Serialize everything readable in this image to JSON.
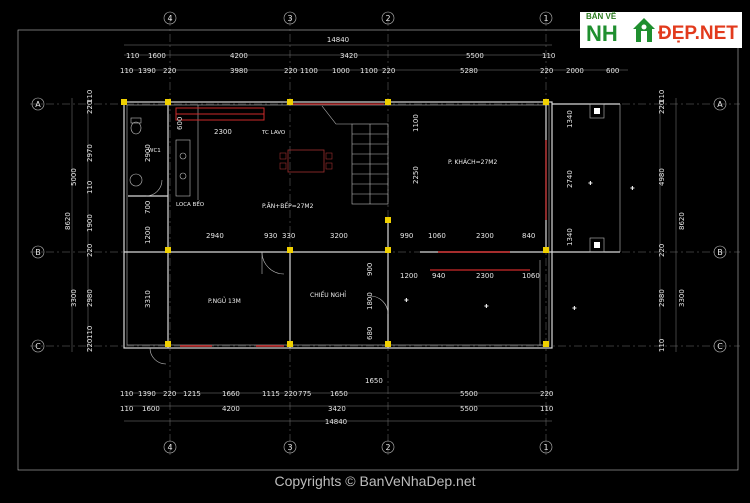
{
  "logo": {
    "line1": "BẢN VẼ",
    "brand_a": "NH",
    "brand_b": "ĐẸP.NET"
  },
  "copyright": "Copyrights © BanVeNhaDep.net",
  "axes": {
    "left_top": "A",
    "left_mid": "B",
    "left_bot": "C",
    "cols": [
      "4",
      "3",
      "2",
      "1"
    ]
  },
  "dims_top": {
    "total": "14840",
    "row2": [
      "110",
      "1600",
      "4200",
      "3420",
      "5500",
      "110"
    ],
    "row3": [
      "110",
      "1390",
      "220",
      "3980",
      "220",
      "1100",
      "1000",
      "1100",
      "220",
      "5280",
      "220",
      "2000",
      "600"
    ]
  },
  "dims_bottom": {
    "row1": [
      "110",
      "1390",
      "220",
      "1215",
      "1660",
      "1115",
      "220",
      "775",
      "1650",
      "5500",
      "220"
    ],
    "row2": [
      "110",
      "1600",
      "4200",
      "3420",
      "5500",
      "110"
    ],
    "extra": "1650",
    "total": "14840"
  },
  "dims_left": [
    "110",
    "220",
    "2970",
    "5000",
    "110",
    "1900",
    "8620",
    "220",
    "3300",
    "2980",
    "110",
    "220"
  ],
  "dims_right": [
    "110",
    "220",
    "4980",
    "8620",
    "220",
    "2980",
    "3300",
    "110"
  ],
  "dims_inner": [
    "2300",
    "1100",
    "2250",
    "1340",
    "2740",
    "1340",
    "2940",
    "930",
    "330",
    "3200",
    "990",
    "1060",
    "2300",
    "840",
    "1200",
    "940",
    "2300",
    "1060",
    "900",
    "1800",
    "680",
    "3310",
    "1200",
    "700",
    "2900",
    "600"
  ],
  "rooms": {
    "wc": "WC1",
    "tc_lavo": "TC LAVO",
    "kitchen": "P.ĂN+BẾP=27M2",
    "living": "P. KHÁCH=27M2",
    "bedroom": "P.NGỦ 13M",
    "corridor": "CHIẾU NGHỈ",
    "lavabo": "LOCA BẾO"
  },
  "colors": {
    "column": "#f0d000",
    "wall": "#d8d8d8",
    "accent": "#cc2a2a",
    "grid": "#6e6e6e"
  }
}
